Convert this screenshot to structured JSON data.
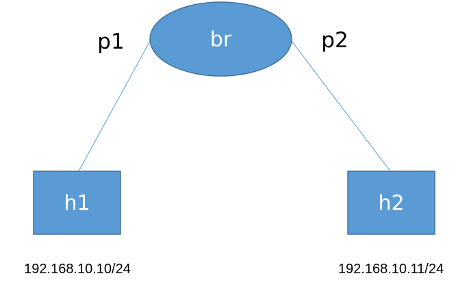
{
  "bridge": {
    "label": "br"
  },
  "hosts": [
    {
      "label": "h1",
      "ip": "192.168.10.10/24"
    },
    {
      "label": "h2",
      "ip": "192.168.10.11/24"
    }
  ],
  "ports": [
    {
      "label": "p1"
    },
    {
      "label": "p2"
    }
  ],
  "colors": {
    "node_fill": "#5b9bd5",
    "node_stroke": "#41719c",
    "link": "#5b9bd5"
  }
}
